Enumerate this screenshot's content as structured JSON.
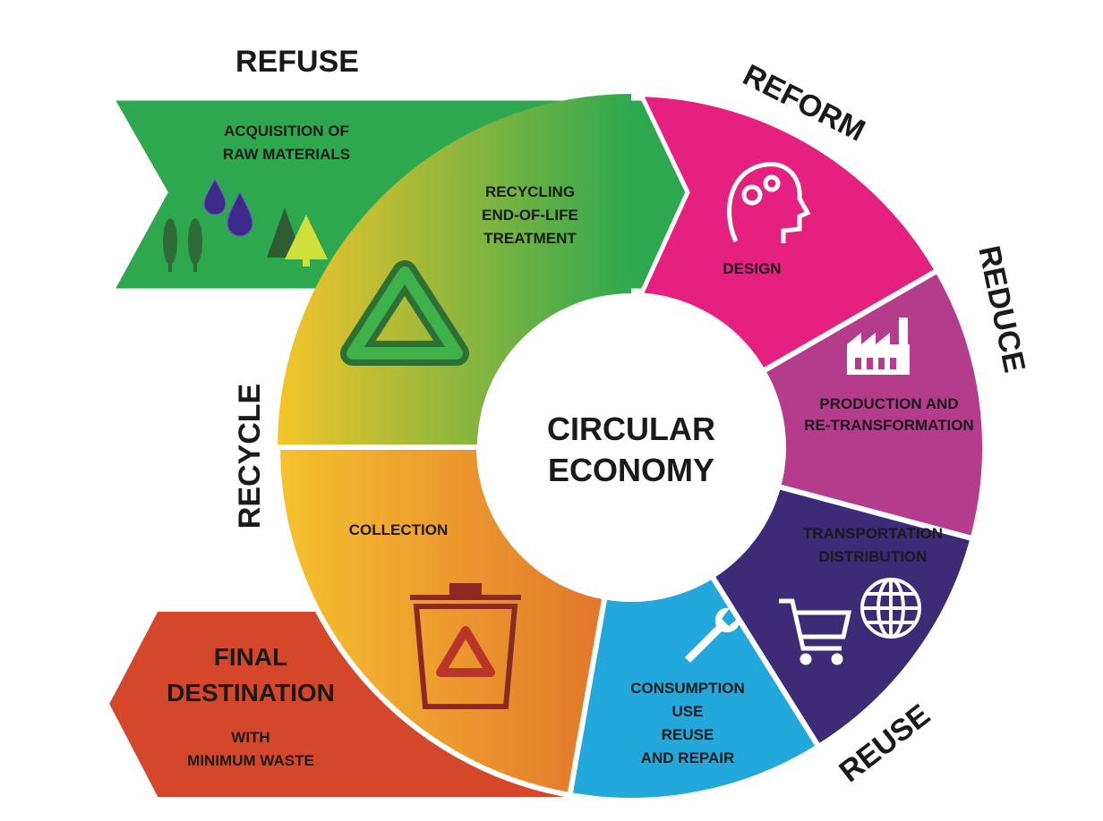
{
  "center": {
    "line1": "CIRCULAR",
    "line2": "ECONOMY"
  },
  "outer_labels": {
    "refuse": "REFUSE",
    "reform": "REFORM",
    "reduce": "REDUCE",
    "reuse": "REUSE",
    "recycle": "RECYCLE"
  },
  "stages": {
    "raw_materials": {
      "line1": "ACQUISITION OF",
      "line2": "RAW MATERIALS",
      "color": "#2ea84f"
    },
    "recycling": {
      "line1": "RECYCLING",
      "line2": "END-OF-LIFE",
      "line3": "TREATMENT",
      "color_start": "#f5c52a",
      "color_end": "#2ea84f"
    },
    "design": {
      "line1": "DESIGN",
      "color": "#e5207f"
    },
    "production": {
      "line1": "PRODUCTION AND",
      "line2": "RE-TRANSFORMATION",
      "color": "#b53c8d"
    },
    "transport": {
      "line1": "TRANSPORTATION",
      "line2": "DISTRIBUTION",
      "color": "#3d2b78"
    },
    "consumption": {
      "line1": "CONSUMPTION",
      "line2": "USE",
      "line3": "REUSE",
      "line4": "AND REPAIR",
      "color": "#22a8db"
    },
    "collection": {
      "line1": "COLLECTION",
      "color_start": "#f6c22f",
      "color_end": "#e2762c"
    },
    "final": {
      "line1": "FINAL",
      "line2": "DESTINATION",
      "line3": "WITH",
      "line4": "MINIMUM WASTE",
      "color": "#d4472a"
    }
  },
  "icons": [
    "water-drop-icon",
    "wheat-icon",
    "tree-icon",
    "recycle-icon",
    "head-gears-icon",
    "factory-icon",
    "shopping-cart-icon",
    "globe-icon",
    "wrench-icon",
    "recycle-bin-icon"
  ]
}
